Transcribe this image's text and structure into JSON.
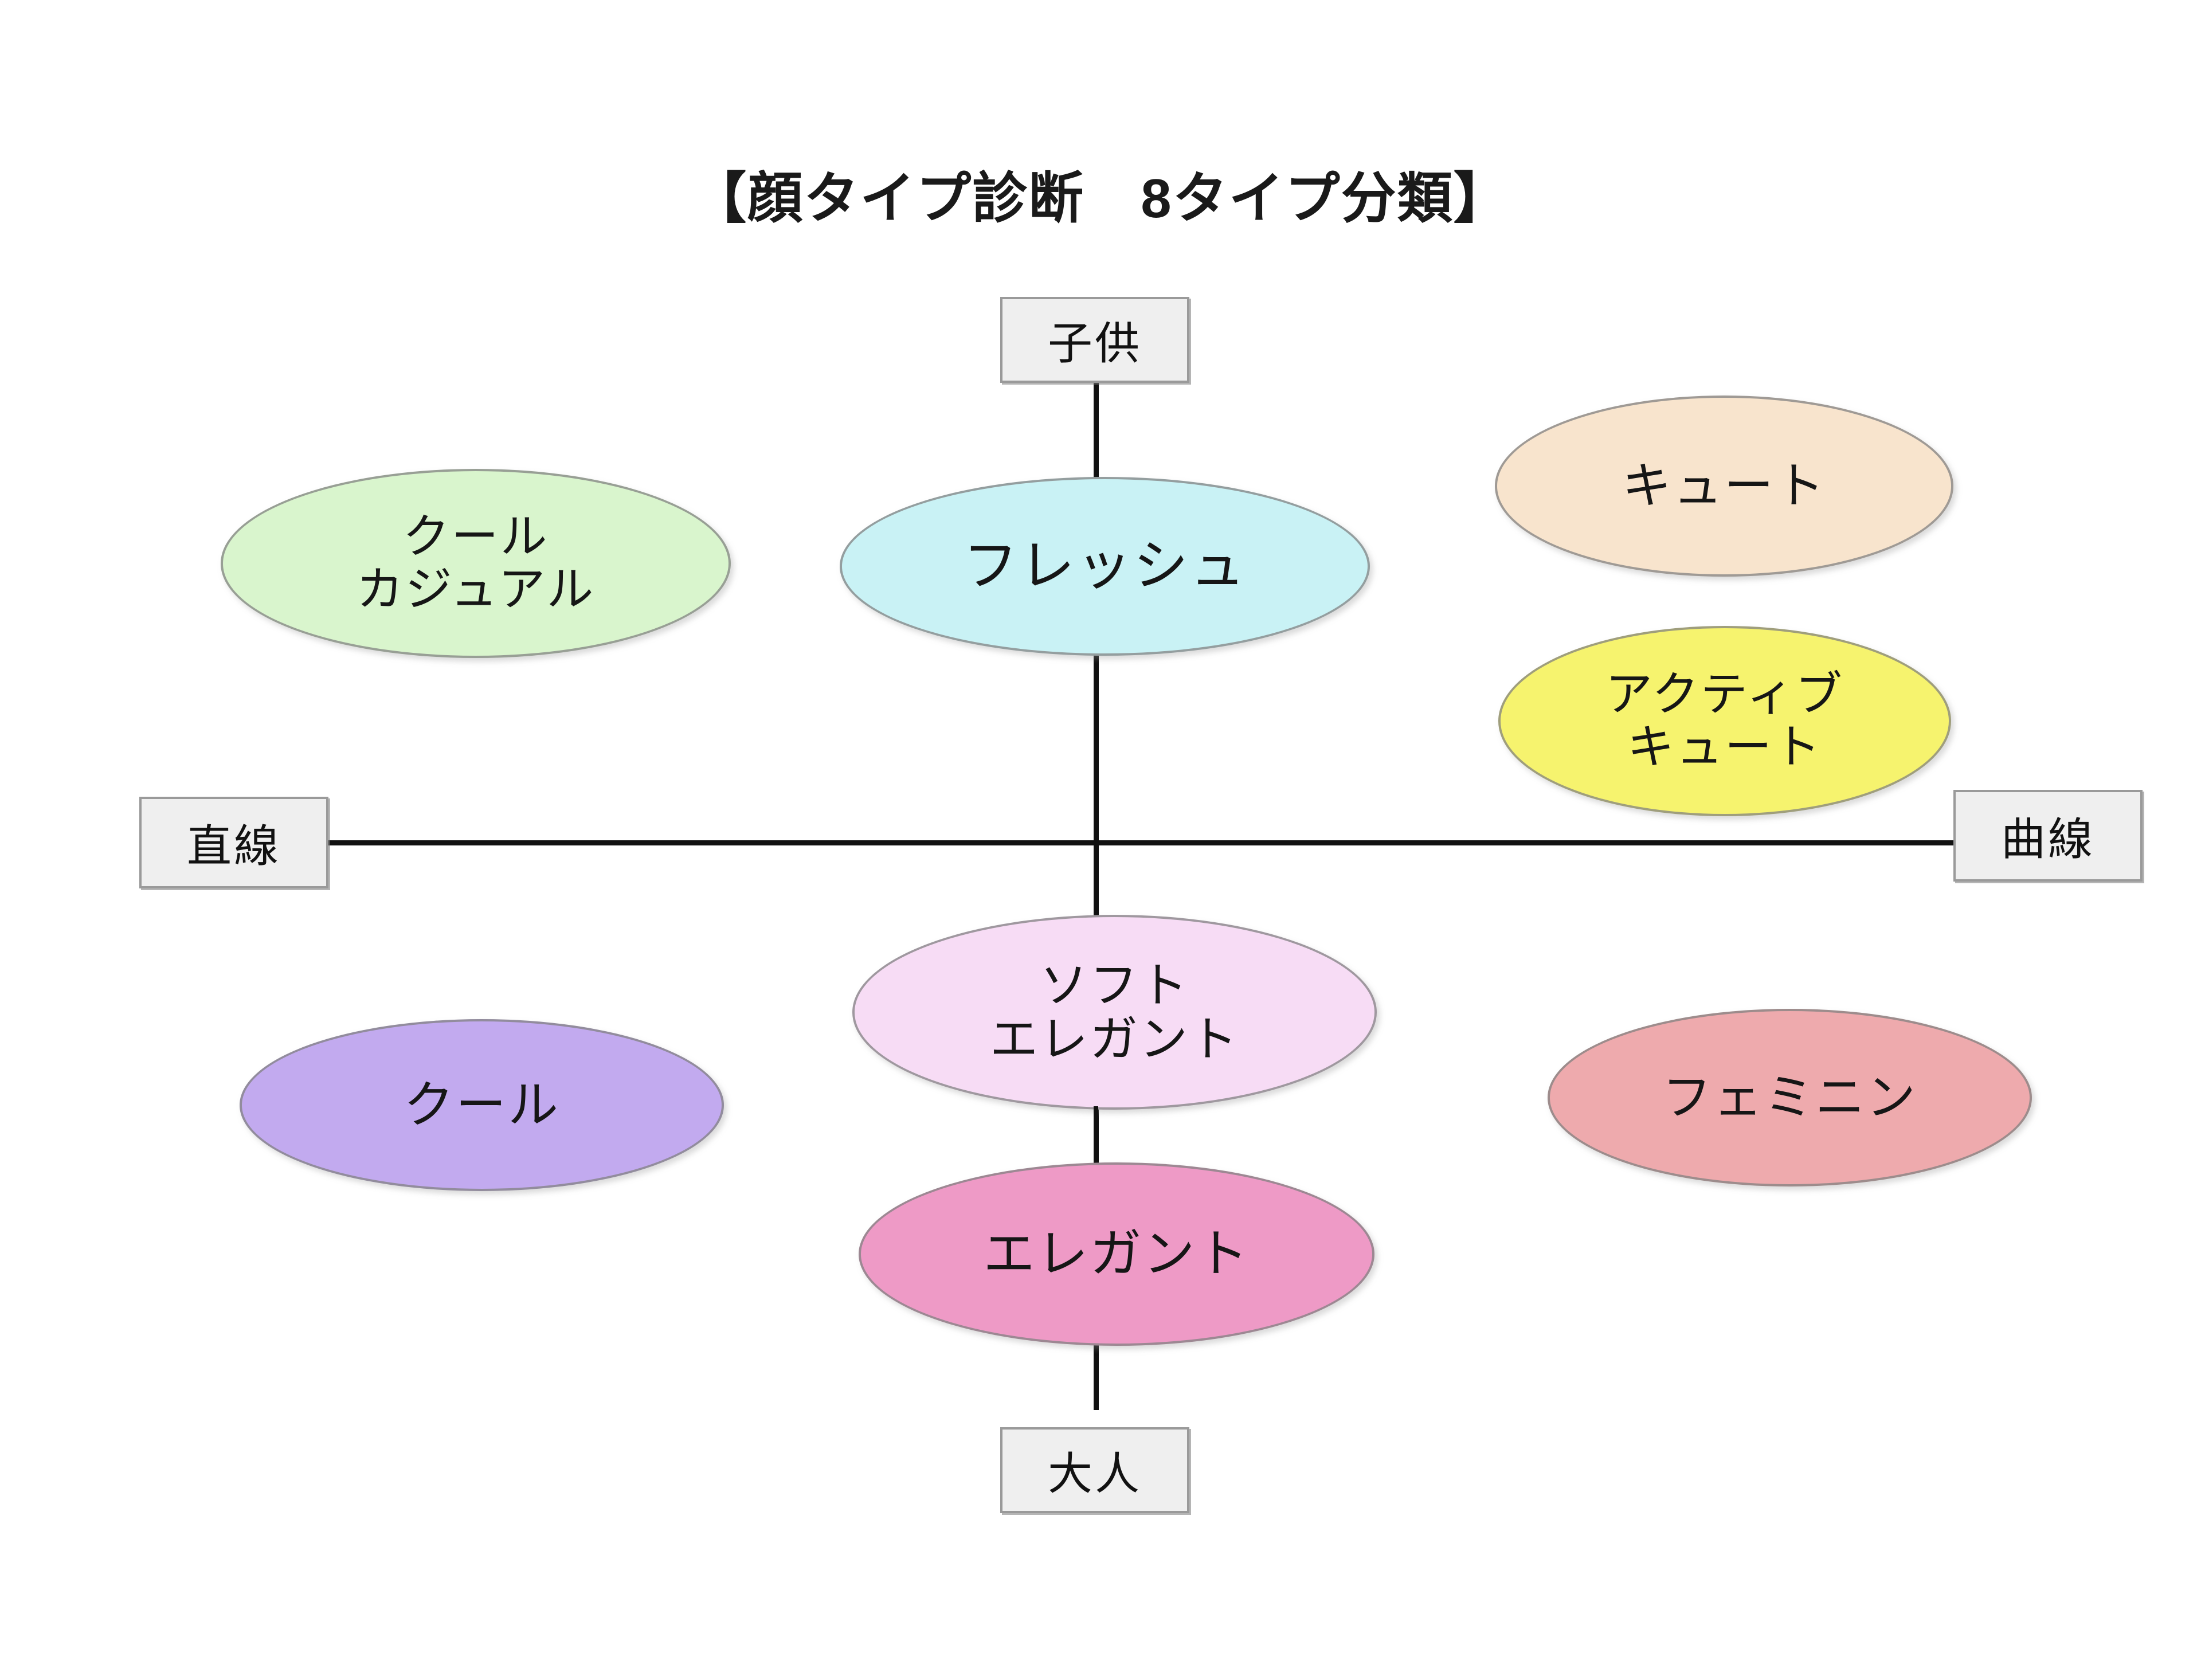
{
  "title": "【顔タイプ診断　8タイプ分類】",
  "axes": {
    "vertical": {
      "top_label": "子供",
      "bottom_label": "大人"
    },
    "horizontal": {
      "left_label": "直線",
      "right_label": "曲線"
    }
  },
  "types": [
    {
      "id": "cool-casual",
      "line1": "クール",
      "line2": "カジュアル",
      "color": "#d9f5cd",
      "quadrant": "upper-left"
    },
    {
      "id": "fresh",
      "line1": "フレッシュ",
      "line2": "",
      "color": "#c9f2f5",
      "quadrant": "upper-center"
    },
    {
      "id": "cute",
      "line1": "キュート",
      "line2": "",
      "color": "#f8e4cd",
      "quadrant": "upper-right"
    },
    {
      "id": "active-cute",
      "line1": "アクティブ",
      "line2": "キュート",
      "color": "#f6f36e",
      "quadrant": "upper-right"
    },
    {
      "id": "soft-elegant",
      "line1": "ソフト",
      "line2": "エレガント",
      "color": "#f7dcf5",
      "quadrant": "lower-center"
    },
    {
      "id": "cool",
      "line1": "クール",
      "line2": "",
      "color": "#c2aaef",
      "quadrant": "lower-left"
    },
    {
      "id": "feminine",
      "line1": "フェミニン",
      "line2": "",
      "color": "#eeaaad",
      "quadrant": "lower-right"
    },
    {
      "id": "elegant",
      "line1": "エレガント",
      "line2": "",
      "color": "#ee9ac6",
      "quadrant": "lower-center"
    }
  ],
  "colors": {
    "background": "#ffffff",
    "axis": "#111111",
    "box_fill": "#efefef",
    "box_border": "#9a9a9a",
    "text": "#161616"
  }
}
